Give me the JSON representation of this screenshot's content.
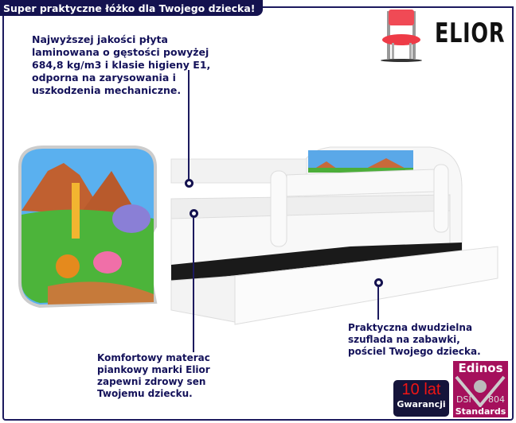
{
  "header": {
    "title": "Super praktyczne łóżko dla Twojego dziecka!"
  },
  "brand": {
    "name": "ELIOR",
    "accent": "#f04a55"
  },
  "callouts": {
    "board": "Najwyższej jakości płyta laminowana o gęstości powyżej 684,8 kg/m3 i klasie higieny E1, odporna na zarysowania i uszkodzenia mechaniczne.",
    "mattress": "Komfortowy materac piankowy marki Elior zapewni zdrowy sen Twojemu dziecku.",
    "drawer": "Praktyczna dwudzielna szuflada na zabawki, pościel Twojego dziecka."
  },
  "badges": {
    "warranty_big": "10 lat",
    "warranty_small": "Gwarancji",
    "edinos_title": "Edinos",
    "edinos_left": "DSI",
    "edinos_right": "804",
    "edinos_bottom": "Standards"
  }
}
